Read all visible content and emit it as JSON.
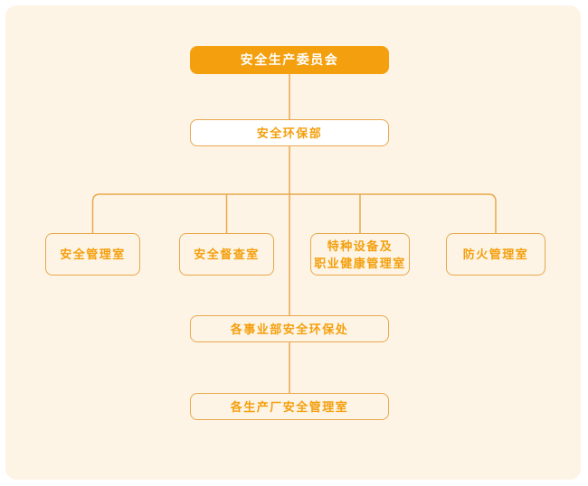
{
  "colors": {
    "page_margin": "#ffffff",
    "canvas_bg": "#fdf4e5",
    "accent_orange": "#f49f0d",
    "line_gold": "#e9a84c",
    "text_orange": "#f49f0d",
    "node_white": "#ffffff"
  },
  "org_chart": {
    "type": "org-tree",
    "root": {
      "label": "安全生产委员会"
    },
    "level2": {
      "label": "安全环保部"
    },
    "departments": [
      {
        "label": "安全管理室"
      },
      {
        "label": "安全督查室"
      },
      {
        "label": "特种设备及职业健康管理室",
        "label_lines": [
          "特种设备及",
          "职业健康管理室"
        ]
      },
      {
        "label": "防火管理室"
      }
    ],
    "level4": {
      "label": "各事业部安全环保处"
    },
    "level5": {
      "label": "各生产厂安全管理室"
    }
  }
}
